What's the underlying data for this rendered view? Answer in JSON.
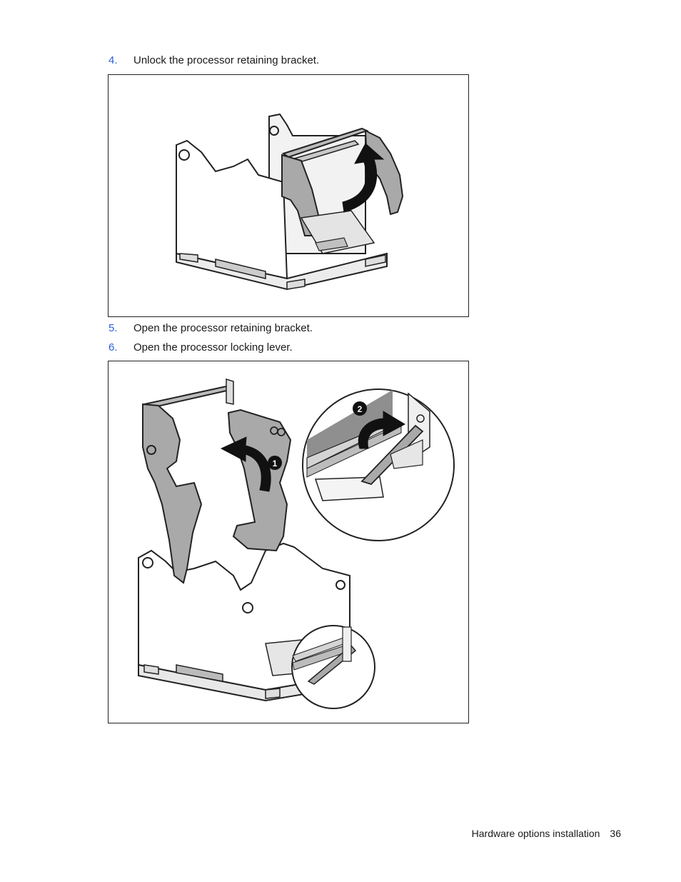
{
  "steps": [
    {
      "number": "4.",
      "text": "Unlock the processor retaining bracket."
    },
    {
      "number": "5.",
      "text": "Open the processor retaining bracket."
    },
    {
      "number": "6.",
      "text": "Open the processor locking lever."
    }
  ],
  "figures": {
    "unlock": {
      "icon": "unlock-bracket-illustration"
    },
    "open": {
      "icon": "open-bracket-lever-illustration",
      "callout_1": "1",
      "callout_2": "2"
    }
  },
  "footer": {
    "section": "Hardware options installation",
    "page": "36"
  },
  "colors": {
    "step_number": "#2b5fd9",
    "bracket_gray": "#a9a9a9",
    "arrow": "#111111"
  }
}
